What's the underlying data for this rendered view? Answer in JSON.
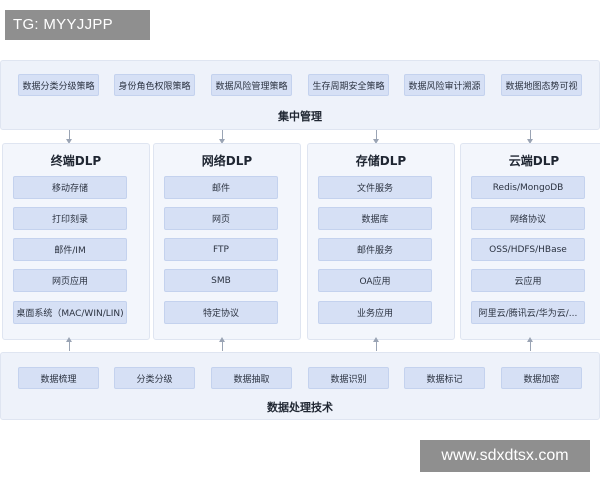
{
  "watermarks": {
    "top_left": "TG: MYYJJPP",
    "bottom_right": "www.sdxdtsx.com"
  },
  "top": {
    "title": "集中管理",
    "items": [
      "数据分类分级策略",
      "身份角色权限策略",
      "数据风险管理策略",
      "生存周期安全策略",
      "数据风险审计溯源",
      "数据地图态势可视"
    ]
  },
  "columns": [
    {
      "title": "终端DLP",
      "items": [
        "移动存储",
        "打印刻录",
        "邮件/IM",
        "网页应用",
        "桌面系统（MAC/WIN/LIN)"
      ]
    },
    {
      "title": "网络DLP",
      "items": [
        "邮件",
        "网页",
        "FTP",
        "SMB",
        "特定协议"
      ]
    },
    {
      "title": "存储DLP",
      "items": [
        "文件服务",
        "数据库",
        "邮件服务",
        "OA应用",
        "业务应用"
      ]
    },
    {
      "title": "云端DLP",
      "items": [
        "Redis/MongoDB",
        "网络协议",
        "OSS/HDFS/HBase",
        "云应用",
        "阿里云/腾讯云/华为云/..."
      ]
    }
  ],
  "bottom": {
    "title": "数据处理技术",
    "items": [
      "数据梳理",
      "分类分级",
      "数据抽取",
      "数据识别",
      "数据标记",
      "数据加密"
    ]
  }
}
